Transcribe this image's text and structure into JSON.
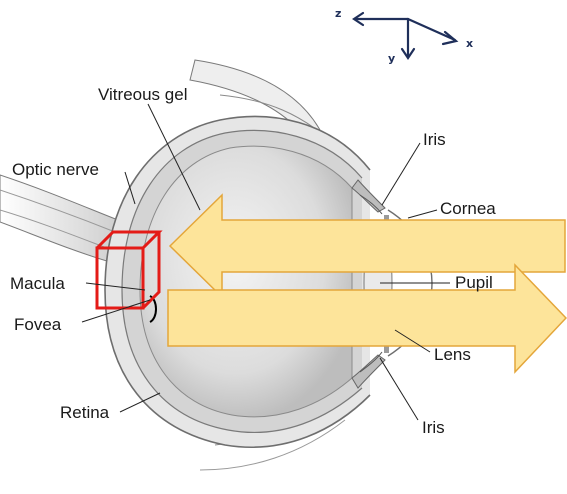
{
  "axes": {
    "z": "z",
    "y": "y",
    "x": "x",
    "color": "#1f2f5a"
  },
  "labels": {
    "vitreous_gel": "Vitreous gel",
    "optic_nerve": "Optic nerve",
    "macula": "Macula",
    "fovea": "Fovea",
    "retina": "Retina",
    "iris_top": "Iris",
    "cornea": "Cornea",
    "pupil": "Pupil",
    "lens": "Lens",
    "iris_bottom": "Iris"
  },
  "colors": {
    "arrow_fill": "#fde49a",
    "arrow_stroke": "#e4a63a",
    "highlight_box": "#e41b17",
    "tissue": "#d9d9d9",
    "tissue_dark": "#8a8a8a"
  },
  "icons": {
    "incoming_light": "left-arrow-icon",
    "outgoing_light": "right-arrow-icon",
    "region": "3d-box-icon",
    "axes": "xyz-axes-icon"
  }
}
